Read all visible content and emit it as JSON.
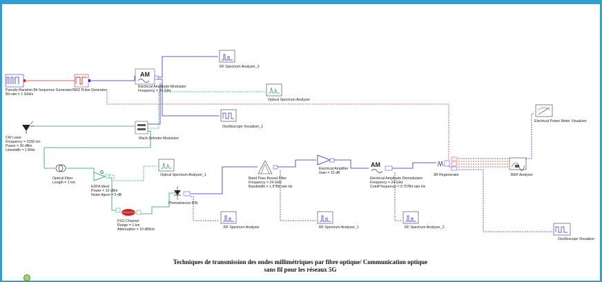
{
  "caption": {
    "line1": "Techniques de transmission des ondes millimétriques par fibre optique/ Communication optique",
    "line2": "sans fil pour les réseaux 5G"
  },
  "components": {
    "prbs": {
      "name": "Pseudo-Random Bit Sequence Generator",
      "param1": "Bit rate = 1  Gbit/s"
    },
    "nrz": {
      "name": "NRZ Pulse Generator"
    },
    "am_mod": {
      "name": "Electrical Amplitude Modulator",
      "param1": "Frequency = 24  GHz",
      "icon_text": "AM"
    },
    "rfsa3": {
      "name": "RF Spectrum Analyzer_3"
    },
    "osa": {
      "name": "Optical Spectrum Analyzer"
    },
    "osc1": {
      "name": "Oscilloscope Visualizer_1"
    },
    "mzm": {
      "name": "Mach-Zehnder Modulator"
    },
    "cw": {
      "name": "CW Laser",
      "param1": "Frequency = 1550  nm",
      "param2": "Power = 30  dBm",
      "param3": "Linewidth = 1  MHz"
    },
    "fiber": {
      "name": "Optical Fiber",
      "param1": "Length = 1  km"
    },
    "edfa": {
      "name": "EDFA Ideal",
      "param1": "Power = 10  dBm",
      "param2": "Noise figure = 5  dB",
      "icon_text": "G"
    },
    "osa1": {
      "name": "Optical Spectrum Analyzer_1"
    },
    "fso": {
      "name": "FSO Channel",
      "param1": "Range = 1  km",
      "param2": "Attenuation = 10  dB/km"
    },
    "pd": {
      "name": "Photodetector PIN"
    },
    "rfsa": {
      "name": "RF Spectrum Analyzer"
    },
    "bpf": {
      "name": "Band Pass Bessel Filter",
      "param1": "Frequency = 24  GHz",
      "param2": "Bandwidth = 1.5*Bit rate  Hz"
    },
    "rfsa1": {
      "name": "RF Spectrum Analyzer_1"
    },
    "amp": {
      "name": "Electrical Amplifier",
      "param1": "Gain = 15  dB"
    },
    "demod": {
      "name": "Electrical Amplitude Demodulator",
      "param1": "Frequency = 24  GHz",
      "param2": "Cutoff frequency = 0.75*Bit rate  Hz",
      "icon_text": "AM"
    },
    "rfsa2": {
      "name": "RF Spectrum Analyzer_2"
    },
    "regen": {
      "name": "3R Regenerator"
    },
    "ber": {
      "name": "BER Analyzer"
    },
    "epm": {
      "name": "Electrical Power Meter Visualizer"
    },
    "osc": {
      "name": "Oscilloscope Visualizer"
    }
  },
  "colors": {
    "optical_link": "#1d9e5f",
    "electrical_link": "#2a2acc",
    "signal_link": "#cc2a2a",
    "frame": "#2e9fd0",
    "status_indicator": "#9fd86a"
  }
}
